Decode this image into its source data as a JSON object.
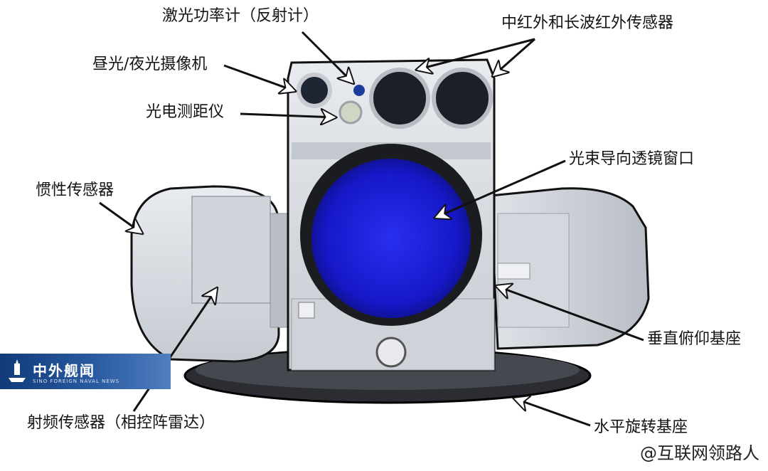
{
  "labels": {
    "laser_power_meter": "激光功率计（反射计）",
    "ir_sensors": "中红外和长波红外传感器",
    "day_night_camera": "昼光/夜光摄像机",
    "rangefinder": "光电测距仪",
    "inertial_sensor": "惯性传感器",
    "beam_director_window": "光束导向透镜窗口",
    "elevation_mount": "垂直俯仰基座",
    "rf_sensor": "射频传感器（相控阵雷达）",
    "azimuth_mount": "水平旋转基座"
  },
  "logo": {
    "title": "中外舰闻",
    "subtitle": "SINO FOREIGN NAVAL NEWS"
  },
  "watermark": "@互联网领路人",
  "colors": {
    "lens_blue": "#1a1fd8",
    "body_gray": "#d4d8de",
    "outline": "#101010",
    "logo_blue": "#1b4b8f"
  }
}
